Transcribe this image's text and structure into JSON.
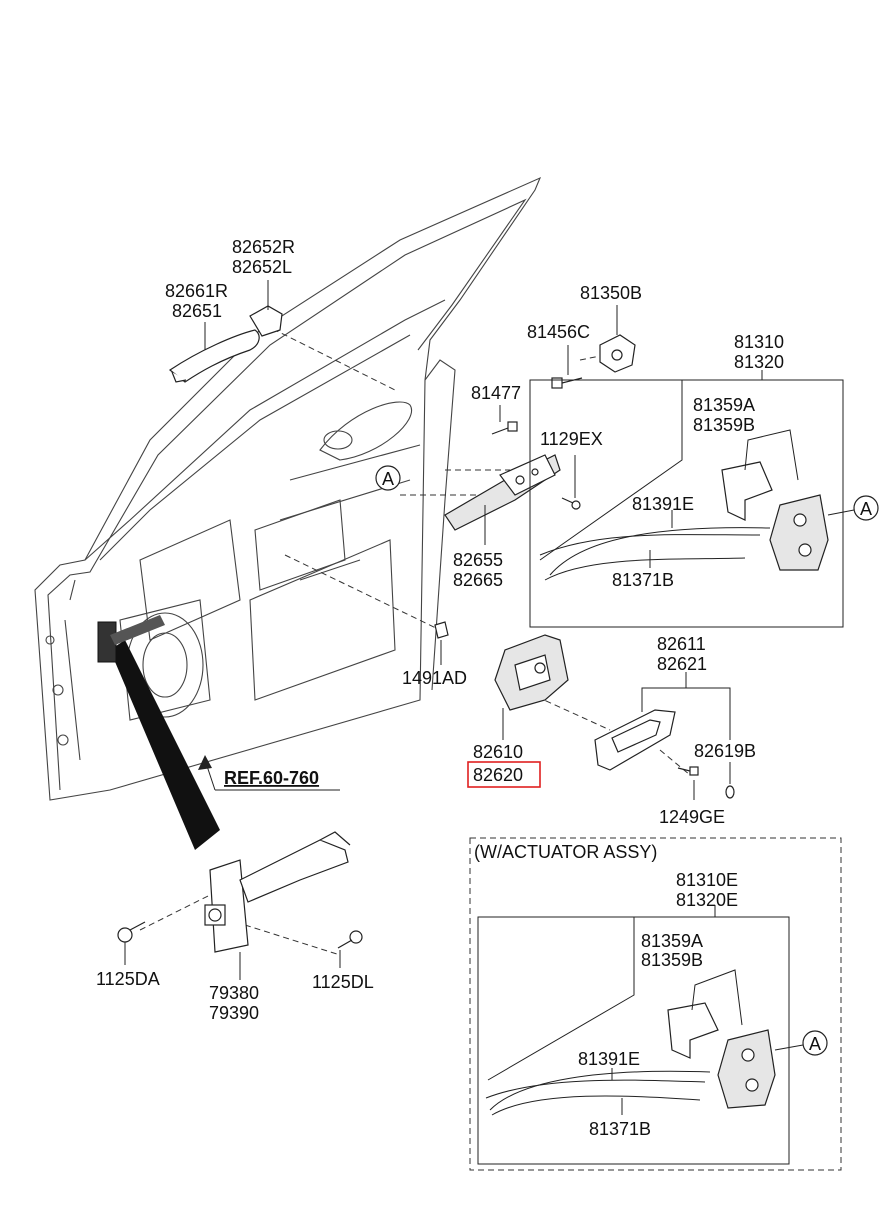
{
  "highlight_color": "#e02020",
  "labels": {
    "l82652R": "82652R",
    "l82652L": "82652L",
    "l82661R": "82661R",
    "l82651": "82651",
    "l81350B": "81350B",
    "l81456C": "81456C",
    "l81477": "81477",
    "l1129EX": "1129EX",
    "l81310": "81310",
    "l81320": "81320",
    "l81359A": "81359A",
    "l81359B": "81359B",
    "l81391E": "81391E",
    "l81371B": "81371B",
    "l82655": "82655",
    "l82665": "82665",
    "l1491AD": "1491AD",
    "l82611": "82611",
    "l82621": "82621",
    "l82610": "82610",
    "l82620": "82620",
    "l82619B": "82619B",
    "l1249GE": "1249GE",
    "lREF": "REF.60-760",
    "lActuator": "(W/ACTUATOR ASSY)",
    "l81310E": "81310E",
    "l81320E": "81320E",
    "l81359A2": "81359A",
    "l81359B2": "81359B",
    "l81391E2": "81391E",
    "l81371B2": "81371B",
    "l1125DA": "1125DA",
    "l79380": "79380",
    "l79390": "79390",
    "l1125DL": "1125DL",
    "markerA1": "A",
    "markerA2": "A",
    "markerA3": "A"
  }
}
